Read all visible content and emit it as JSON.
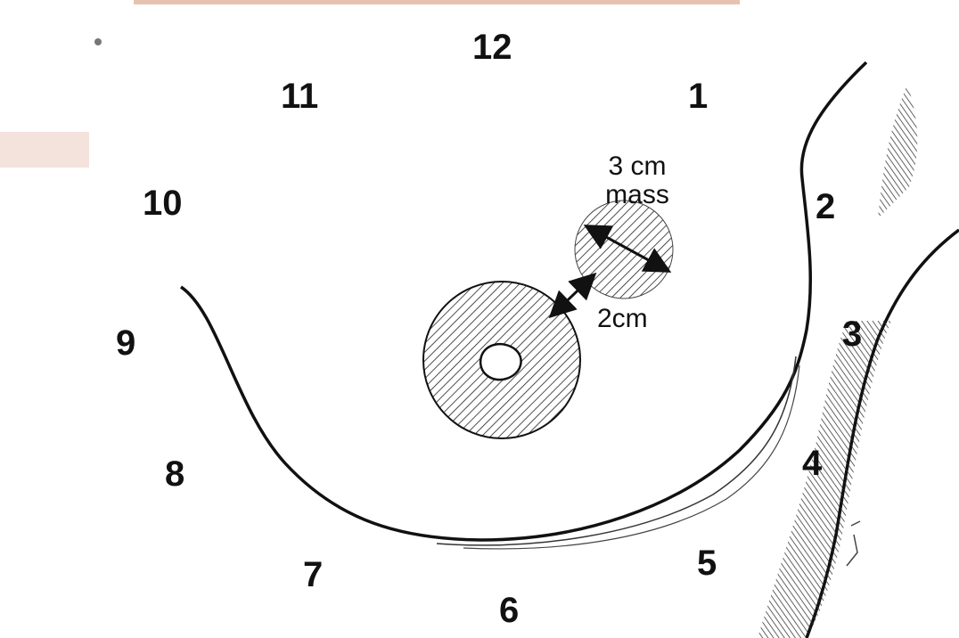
{
  "diagram": {
    "clock_positions": [
      "12",
      "1",
      "2",
      "3",
      "4",
      "5",
      "6",
      "7",
      "8",
      "9",
      "10",
      "11"
    ],
    "mass": {
      "size_label_line1": "3 cm",
      "size_label_line2": "mass",
      "distance_label": "2cm"
    },
    "colors": {
      "line": "#111111",
      "background": "#ffffff",
      "top_skin_strip": "#e8c2b0"
    }
  }
}
